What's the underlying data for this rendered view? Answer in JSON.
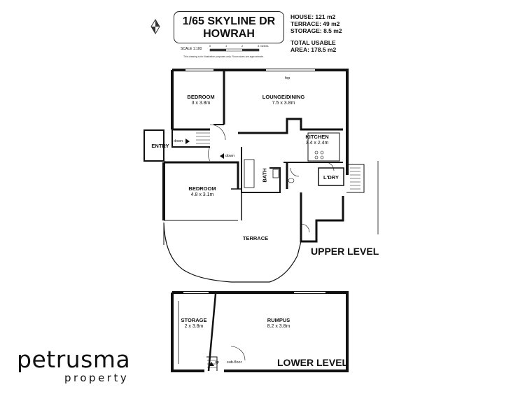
{
  "title": {
    "line1": "1/65 SKYLINE DR",
    "line2": "HOWRAH"
  },
  "areas": {
    "house": "HOUSE: 121 m2",
    "terrace": "TERRACE: 49 m2",
    "storage": "STORAGE: 8.5 m2",
    "total_line1": "TOTAL USABLE",
    "total_line2": "AREA: 178.5 m2"
  },
  "scale": {
    "label": "SCALE 1:100",
    "ticks": [
      "0",
      "1",
      "2",
      "3 metres"
    ],
    "note": "This drawing is for illustrative purposes only. Room sizes are approximate."
  },
  "rooms": {
    "bedroom1": {
      "name": "BEDROOM",
      "size": "3 x 3.8m"
    },
    "lounge": {
      "name": "LOUNGE/DINING",
      "size": "7.5 x 3.8m"
    },
    "kitchen": {
      "name": "KITCHEN",
      "size": "3.4 x 2.4m"
    },
    "entry": {
      "name": "ENTRY"
    },
    "bath": {
      "name": "BATH"
    },
    "laundry": {
      "name": "L'DRY"
    },
    "bedroom2": {
      "name": "BEDROOM",
      "size": "4.8 x 3.1m"
    },
    "terrace": {
      "name": "TERRACE"
    },
    "storage": {
      "name": "STORAGE",
      "size": "2 x 3.8m"
    },
    "rumpus": {
      "name": "RUMPUS",
      "size": "8.2 x 3.8m"
    }
  },
  "labels": {
    "fxp": "fxp",
    "down1": "down",
    "down2": "down",
    "up": "up",
    "subfloor": "sub-floor"
  },
  "levels": {
    "upper": "UPPER LEVEL",
    "lower": "LOWER LEVEL"
  },
  "logo": {
    "main": "petrusma",
    "sub": "property"
  },
  "icons": [
    "compass-icon",
    "arrow-right-icon",
    "arrow-left-icon",
    "arrow-up-icon"
  ]
}
